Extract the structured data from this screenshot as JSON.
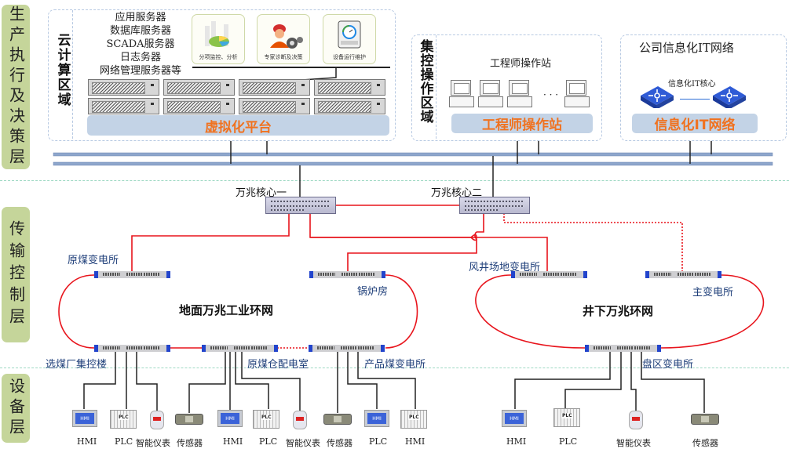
{
  "layers": [
    {
      "id": "decision",
      "label": "生产执行及决策层"
    },
    {
      "id": "transport",
      "label": "传输控制层"
    },
    {
      "id": "device",
      "label": "设备层"
    }
  ],
  "cloud_zone": {
    "title": "云计算区域",
    "server_list": [
      "应用服务器",
      "数据库服务器",
      "SCADA服务器",
      "日志务器",
      "网络管理服务器等"
    ],
    "apps": [
      {
        "icon": "chart-analysis-icon",
        "label": "分项监控、分析"
      },
      {
        "icon": "expert-user-icon",
        "label": "专家诊断及决策"
      },
      {
        "icon": "maintenance-gauge-icon",
        "label": "设备运行维护"
      }
    ],
    "platform_label": "虚拟化平台"
  },
  "control_zone": {
    "title": "集控操作区域",
    "caption": "工程师操作站",
    "ellipsis": "· · ·",
    "platform_label": "工程师操作站"
  },
  "it_zone": {
    "title": "公司信息化IT网络",
    "core_caption": "信息化IT核心",
    "platform_label": "信息化IT网络"
  },
  "cores": [
    {
      "label": "万兆核心一"
    },
    {
      "label": "万兆核心二"
    }
  ],
  "surface_ring": {
    "title": "地面万兆工业环网",
    "sites": [
      "原煤变电所",
      "锅炉房",
      "选煤厂集控楼",
      "原煤仓配电室",
      "产品煤变电所"
    ]
  },
  "underground_ring": {
    "title": "井下万兆环网",
    "sites": [
      "风井场地变电所",
      "主变电所",
      "盘区变电所"
    ]
  },
  "devices": [
    {
      "type": "hmi",
      "label": "HMI",
      "screen": "HMI"
    },
    {
      "type": "plc",
      "label": "PLC",
      "screen": "PLC"
    },
    {
      "type": "meter",
      "label": "智能仪表"
    },
    {
      "type": "sensor",
      "label": "传感器"
    },
    {
      "type": "hmi",
      "label": "HMI",
      "screen": "HMI"
    },
    {
      "type": "plc",
      "label": "PLC",
      "screen": "PLC"
    },
    {
      "type": "meter",
      "label": "智能仪表"
    },
    {
      "type": "sensor",
      "label": "传感器"
    },
    {
      "type": "hmi",
      "label": "PLC",
      "screen": "HMI"
    },
    {
      "type": "plc",
      "label": "HMI",
      "screen": "PLC"
    },
    {
      "type": "hmi",
      "label": "HMI",
      "screen": "HMI"
    },
    {
      "type": "plc",
      "label": "PLC",
      "screen": "PLC"
    },
    {
      "type": "meter",
      "label": "智能仪表"
    },
    {
      "type": "sensor",
      "label": "传感器"
    }
  ],
  "colors": {
    "layer_bg": "#c5d59a",
    "platform_bg": "#c3d3e6",
    "platform_text": "#f07220",
    "ring_link": "#e8141c",
    "site_text": "#1f3f7a",
    "bus": "#8ea6cc"
  }
}
